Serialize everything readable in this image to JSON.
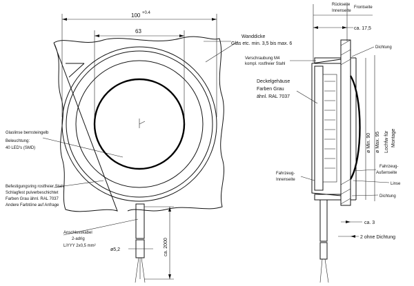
{
  "front_view": {
    "dim_outer": "100",
    "dim_outer_tol": "+0.4",
    "dim_inner": "63",
    "wall_label_line1": "Wanddicke",
    "wall_label_line2": "Glas etc. min. 3,5 bis max. 6",
    "glass_label_line1": "Glaslinse bernsteingelb",
    "glass_label_line2": "Beleuchtung:",
    "glass_label_line3": "40 LED's (SMD)",
    "ring_label_line1": "Befestigungsring rostfreier Stahl",
    "ring_label_line2": "Schlagfest pulverbeschichtet",
    "ring_label_line3": "Farben Grau ähnl. RAL 7037",
    "ring_label_line4": "Andere Farbtöne auf Anfrage",
    "cable_label_line1": "Anschlusskabel",
    "cable_label_line2": "2-adrig",
    "cable_label_line3": "LiYYY 2x0,5 mm²",
    "dim_cable_dia": "ø5,2",
    "dim_cable_len": "ca. 2000"
  },
  "side_view": {
    "hdr_left_line1": "Rückseite",
    "hdr_left_line2": "Innenseite",
    "hdr_right": "Frontseite",
    "dim_depth": "ca. 17,5",
    "seal_label": "Dichtung",
    "screw_label_line1": "Verschraubung M4",
    "screw_label_line2": "kompl. rostfreier Stahl",
    "cover_label_line1": "Deckelgehäuse",
    "cover_label_line2": "Farben Grau",
    "cover_label_line3": "ähnl. RAL 7037",
    "dim_min90": "ø Min. 90",
    "dim_max95": "ø Max. 95",
    "cutout_label_line1": "Lochfw für",
    "cutout_label_line2": "Montage",
    "inside_label_line1": "Fahrzeug-",
    "inside_label_line2": "Innenseite",
    "outside_label_line1": "Fahrzeug-",
    "outside_label_line2": "Außenseite",
    "lens_label": "Linse",
    "seal_label_2": "Dichtung",
    "dim_ca3": "ca. 3",
    "dim_2_no_seal": "2 ohne Dichtung"
  }
}
